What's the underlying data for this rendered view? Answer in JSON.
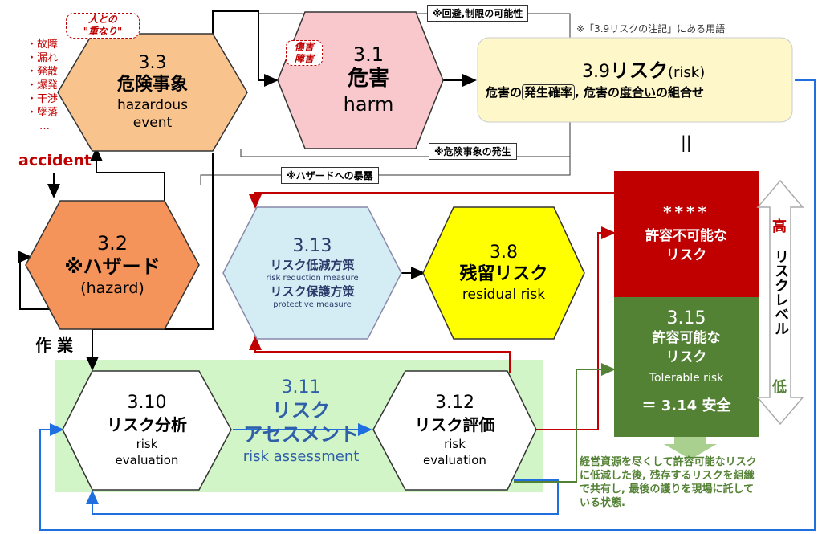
{
  "accident": {
    "items": [
      "・故障",
      "・漏れ",
      "・発散",
      "・爆発",
      "・干渉",
      "・墜落",
      "…"
    ],
    "label": "accident"
  },
  "callout_human": "人との\n\"重なり\"",
  "callout_injury": "傷害\n障害",
  "work_label": "作 業",
  "hex_3_3": {
    "num": "3.3",
    "jp": "危険事象",
    "en1": "hazardous",
    "en2": "event"
  },
  "hex_3_1": {
    "num": "3.1",
    "jp": "危害",
    "en": "harm"
  },
  "hex_3_2": {
    "num": "3.2",
    "jp": "※ハザード",
    "en": "(hazard)"
  },
  "hex_3_13": {
    "num": "3.13",
    "jp1": "リスク低減方策",
    "en1": "risk reduction measure",
    "jp2": "リスク保護方策",
    "en2": "protective measure"
  },
  "hex_3_8": {
    "num": "3.8",
    "jp": "残留リスク",
    "en": "residual risk"
  },
  "hex_3_10": {
    "num": "3.10",
    "jp": "リスク分析",
    "en1": "risk",
    "en2": "evaluation"
  },
  "hex_3_12": {
    "num": "3.12",
    "jp": "リスク評価",
    "en1": "risk",
    "en2": "evaluation"
  },
  "assessment": {
    "num": "3.11",
    "jp1": "リスク",
    "jp2": "アセスメント",
    "en": "risk assessment"
  },
  "risk_box": {
    "num": "3.9",
    "title": "リスク",
    "title_en": "(risk)",
    "desc_pre": "危害の",
    "desc_prob": "発生確率",
    "desc_mid": ", 危害の",
    "desc_deg": "度合い",
    "desc_post": "の組合せ",
    "note": "※「3.9リスクの注記」にある用語",
    "equal": "||"
  },
  "tags": {
    "avoid": "※回避,制限の可能性",
    "occurrence": "※危険事象の発生",
    "exposure": "※ハザードへの暴露"
  },
  "level": {
    "stars": "****",
    "intolerable": "許容不可能な\nリスク",
    "tol_num": "3.15",
    "tolerable": "許容可能な\nリスク",
    "tolerable_en": "Tolerable risk",
    "safety": "＝ 3.14 安全",
    "high": "高",
    "axis": "リスクレベル",
    "low": "低"
  },
  "note_bottom": "経営資源を尽くして許容可能なリスク\nに低減した後, 残存するリスクを組織\nで共有し, 最後の護りを現場に託して\nいる状態.",
  "colors": {
    "orange_light": "#f9c38e",
    "orange_dark": "#f4935a",
    "pink": "#f8c8cc",
    "blue_light": "#d4ecf4",
    "yellow": "#ffff00",
    "green_bg": "#d2f5c8",
    "red_box": "#c00000",
    "green_box": "#548235"
  }
}
